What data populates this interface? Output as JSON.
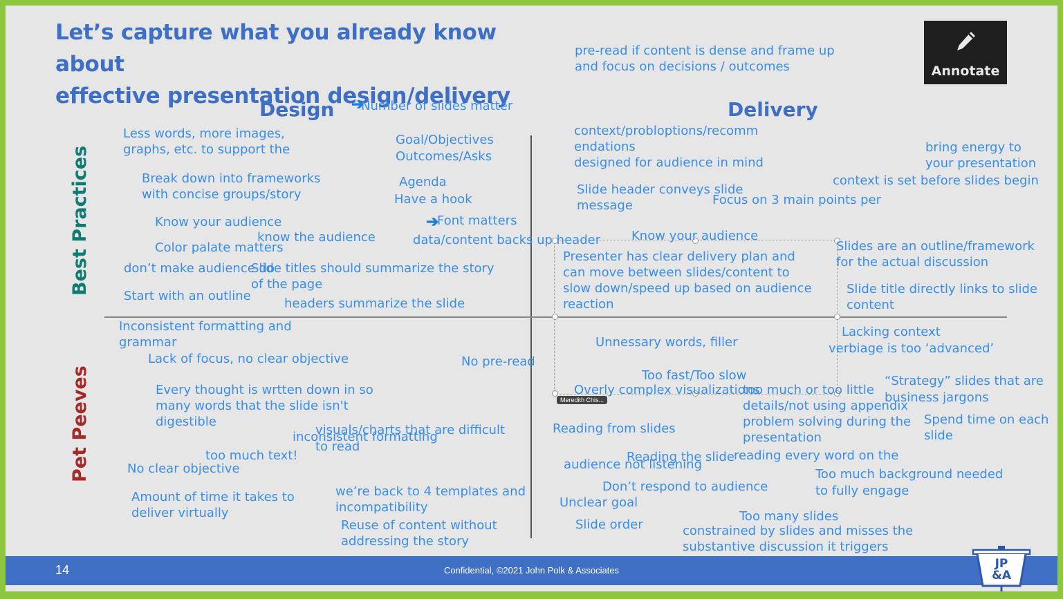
{
  "slide": {
    "title_line1": "Let’s capture what you already know about",
    "title_line2": "effective presentation design/delivery",
    "design_header": "Design",
    "delivery_header": "Delivery",
    "best_practices_label": "Best Practices",
    "pet_peeves_label": "Pet Peeves",
    "best_practices_color": "#117b72",
    "pet_peeves_color": "#a32a2a",
    "note_color": "#3a8ee6",
    "title_color": "#3d6fc4"
  },
  "annotate_button": {
    "label": "Annotate",
    "icon": "pencil-icon"
  },
  "cursor_tag": "Meredith Chis...",
  "footer": {
    "page_number": "14",
    "confidential": "Confidential, ©2021 John Polk & Associates",
    "logo_text": "JP &A"
  },
  "notes": {
    "n0": "pre-read if content is dense and frame up",
    "n1": "and focus on decisions / outcomes",
    "n2": "Number of slides matter",
    "n3": "Less words, more images,",
    "n4": "graphs, etc. to support the",
    "n5": "Goal/Objectives",
    "n6": "Outcomes/Asks",
    "n7": "Break down into frameworks",
    "n8": "with concise groups/story",
    "n9": "Agenda",
    "n10": "Have a hook",
    "n11": "Know your audience",
    "n12": "Font matters",
    "n13": "know the audience",
    "n14": "data/content backs up header",
    "n15": "Color palate matters",
    "n16": "don’t make audience do",
    "n17": "Slide titles should summarize the story",
    "n18": "of the page",
    "n19": "Start with an outline",
    "n20": "headers summarize the slide",
    "n21": "context/probloptions/recomm",
    "n22": "endations",
    "n23": "designed for audience in mind",
    "n24": "bring energy to",
    "n25": "your presentation",
    "n26": "context is set before slides begin",
    "n27": "Slide header conveys slide",
    "n28": "message",
    "n29": "Focus on 3 main points per",
    "n30": "Know your audience",
    "n31": "Presenter has clear delivery plan and",
    "n32": "can move between slides/content to",
    "n33": "slow down/speed up based on audience",
    "n34": "reaction",
    "n35": "Slides are an outline/framework",
    "n36": "for the actual discussion",
    "n37": "Slide title directly links to slide",
    "n38": "content",
    "n39": "Inconsistent formatting and",
    "n40": "grammar",
    "n41": "Lack of focus, no clear objective",
    "n42": "No pre-read",
    "n43": "Every thought is wrtten down in so",
    "n44": "many words that the slide isn't",
    "n45": "digestible",
    "n46": "visuals/charts that are difficult",
    "n47": "inconsistent formatting",
    "n48": "to read",
    "n49": "too much text!",
    "n50": "No clear objective",
    "n51": "Amount of time it takes to",
    "n52": "deliver virtually",
    "n53": "we’re back to 4 templates and",
    "n54": "incompatibility",
    "n55": "Reuse of content without",
    "n56": "addressing the story",
    "n57": "Unnessary words, filler",
    "n58": "Lacking context",
    "n59": "verbiage is too ‘advanced’",
    "n60": "Too fast/Too slow",
    "n61": "Overly complex visualizations",
    "n62": "too much or too little",
    "n63": "details/not using appendix",
    "n64": "problem solving during the",
    "n65": "presentation",
    "n66": "“Strategy” slides that are",
    "n67": "business jargons",
    "n68": "Spend time on each",
    "n69": "slide",
    "n70": "Reading from slides",
    "n71": "Reading the slide",
    "n72": "audience not listening",
    "n73": "reading every word on the",
    "n74": "Too much background needed",
    "n75": "to fully engage",
    "n76": "Don’t respond to audience",
    "n77": "Unclear goal",
    "n78": "Slide order",
    "n79": "Too many slides",
    "n80": "constrained by slides and misses the",
    "n81": "substantive discussion it triggers"
  }
}
